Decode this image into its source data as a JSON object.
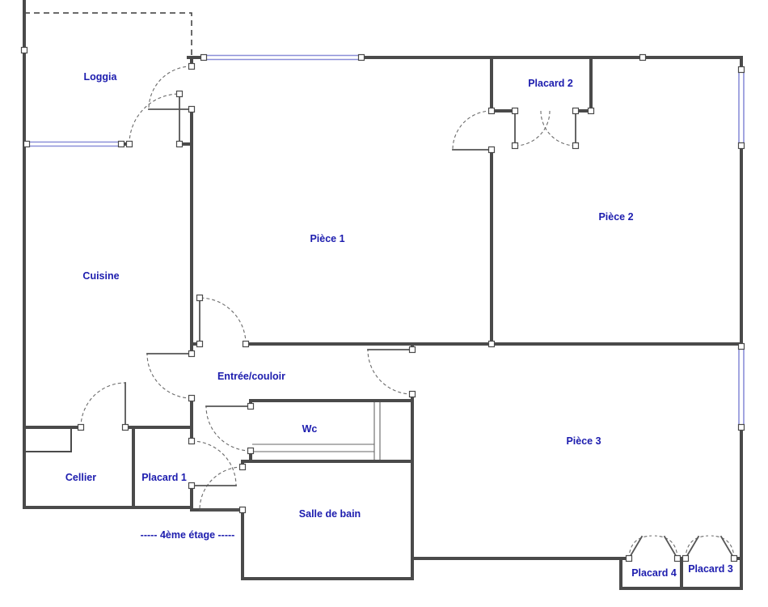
{
  "labels": {
    "loggia": "Loggia",
    "cuisine": "Cuisine",
    "cellier": "Cellier",
    "placard1": "Placard 1",
    "placard2": "Placard 2",
    "placard3": "Placard 3",
    "placard4": "Placard 4",
    "entree": "Entrée/couloir",
    "wc": "Wc",
    "salle_de_bain": "Salle de bain",
    "piece1": "Pièce 1",
    "piece2": "Pièce 2",
    "piece3": "Pièce 3",
    "floor_note": "-----  4ème étage  -----"
  },
  "colors": {
    "wall_color": "#4a4a4a",
    "window_color": "#8b8fd8",
    "label_color": "#1c1cae",
    "background": "#ffffff"
  }
}
